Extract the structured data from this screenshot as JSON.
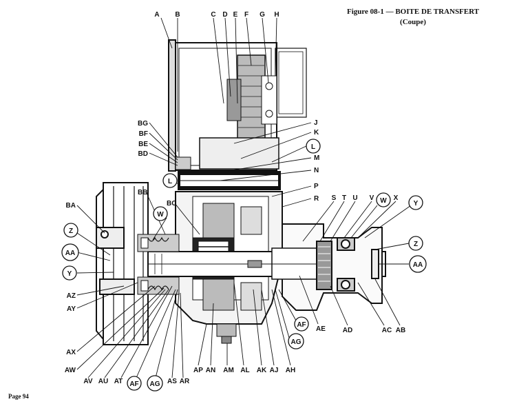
{
  "figure": {
    "title": "Figure 08-1 — BOITE DE TRANSFERT",
    "subtitle": "(Coupe)"
  },
  "page_number": "Page 94",
  "labels": {
    "A": "A",
    "B": "B",
    "C": "C",
    "D": "D",
    "E": "E",
    "F": "F",
    "G": "G",
    "H": "H",
    "J": "J",
    "K": "K",
    "L": "L",
    "M": "M",
    "N": "N",
    "P": "P",
    "R": "R",
    "S": "S",
    "T": "T",
    "U": "U",
    "V": "V",
    "W": "W",
    "X": "X",
    "Y": "Y",
    "Z": "Z",
    "AA": "AA",
    "AB": "AB",
    "AC": "AC",
    "AD": "AD",
    "AE": "AE",
    "AF": "AF",
    "AG": "AG",
    "AH": "AH",
    "AJ": "AJ",
    "AK": "AK",
    "AL": "AL",
    "AM": "AM",
    "AN": "AN",
    "AP": "AP",
    "AR": "AR",
    "AS": "AS",
    "AT": "AT",
    "AU": "AU",
    "AV": "AV",
    "AW": "AW",
    "AX": "AX",
    "AY": "AY",
    "AZ": "AZ",
    "BA": "BA",
    "BB": "BB",
    "BC": "BC",
    "BD": "BD",
    "BE": "BE",
    "BF": "BF",
    "BG": "BG"
  }
}
